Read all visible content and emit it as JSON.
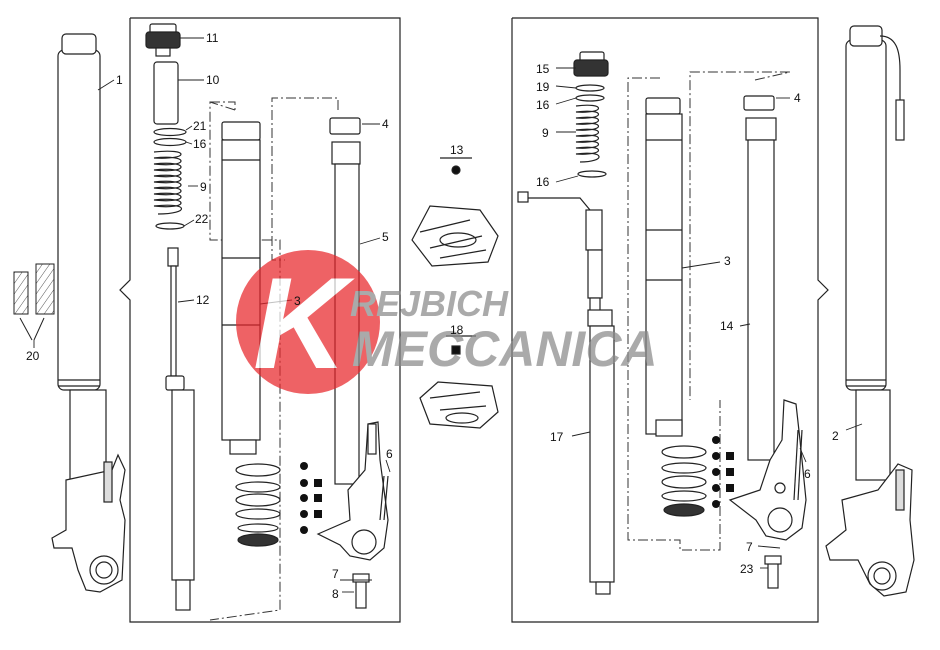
{
  "callouts": {
    "c1": "1",
    "c2": "2",
    "c3a": "3",
    "c3b": "3",
    "c4a": "4",
    "c4b": "4",
    "c5": "5",
    "c6a": "6",
    "c6b": "6",
    "c7a": "7",
    "c7b": "7",
    "c8": "8",
    "c9a": "9",
    "c9b": "9",
    "c10": "10",
    "c11": "11",
    "c12": "12",
    "c13": "13",
    "c14": "14",
    "c15": "15",
    "c16a": "16",
    "c16b": "16",
    "c16c": "16",
    "c17": "17",
    "c18": "18",
    "c19": "19",
    "c20": "20",
    "c21": "21",
    "c22": "22",
    "c23": "23"
  },
  "watermark": {
    "line1": "REJBICH",
    "line2": "MECCANICA",
    "logo_letter": "K",
    "logo_color": "#e8262b",
    "text_color": "#8a8a8a"
  },
  "markers": {
    "dot": "circle",
    "square": "square"
  }
}
